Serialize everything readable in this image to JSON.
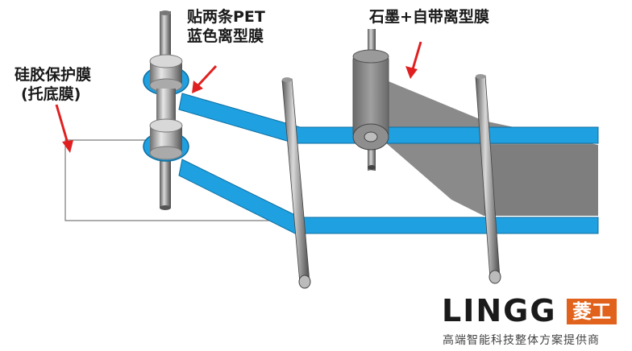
{
  "labels": {
    "pet_line1": "贴两条PET",
    "pet_line2": "蓝色离型膜",
    "graphite": "石墨+自带离型膜",
    "silicone_line1": "硅胶保护膜",
    "silicone_line2": "(托底膜)"
  },
  "brand": {
    "name": "LINGG",
    "mark": "菱工",
    "slogan": "高端智能科技整体方案提供商"
  },
  "colors": {
    "pet_film": "#1fa0e0",
    "graphite_film": "#8c8c8c",
    "roller": "#b8b8b8",
    "arrow": "#e02020",
    "brand_accent": "#e0621c"
  }
}
